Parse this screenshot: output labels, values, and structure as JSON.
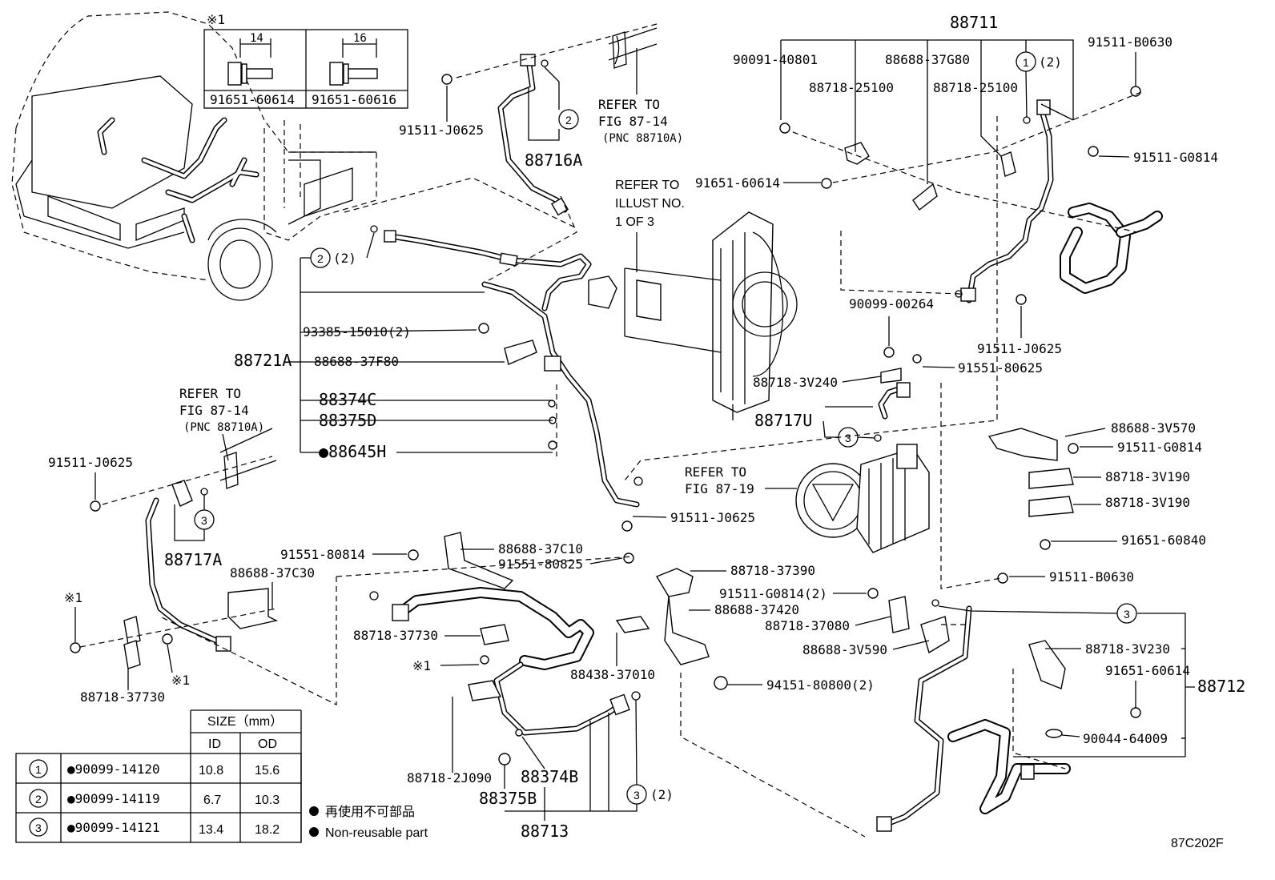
{
  "figure_code": "87C202F",
  "bolt_note": {
    "mark": "※1",
    "items": [
      {
        "size": "14",
        "part": "91651-60614"
      },
      {
        "size": "16",
        "part": "91651-60616"
      }
    ]
  },
  "size_table": {
    "header": "SIZE（mm）",
    "columns": [
      "ID",
      "OD"
    ],
    "rows": [
      {
        "ref": "1",
        "part": "●90099-14120",
        "id": "10.8",
        "od": "15.6"
      },
      {
        "ref": "2",
        "part": "●90099-14119",
        "id": "6.7",
        "od": "10.3"
      },
      {
        "ref": "3",
        "part": "●90099-14121",
        "id": "13.4",
        "od": "18.2"
      }
    ]
  },
  "legend": {
    "jp": "再使用不可部品",
    "en": "Non-reusable part"
  },
  "labels": {
    "p88711": "88711",
    "p90091_40801": "90091-40801",
    "p88688_37G80": "88688-37G80",
    "p91511_B0630_top": "91511-B0630",
    "p88718_25100_a": "88718-25100",
    "p88718_25100_b": "88718-25100",
    "c1_top": "(2)",
    "p91511_G0814_top": "91511-G0814",
    "p91651_60614_mid": "91651-60614",
    "p91511_J0625_top": "91511-J0625",
    "p88716A": "88716A",
    "refer1_a": "REFER TO",
    "refer1_b": "FIG 87-14",
    "refer1_c": "(PNC 88710A)",
    "refer_illust_a": "REFER TO",
    "refer_illust_b": "ILLUST NO.",
    "refer_illust_c": "1 OF 3",
    "c2_left": "(2)",
    "p93385_15010": "93385-15010(2)",
    "p88721A": "88721A",
    "p88688_37F80": "88688-37F80",
    "p88374C": "88374C",
    "p88375D": "88375D",
    "p88645H": "●88645H",
    "p90099_00264": "90099-00264",
    "p91511_J0625_right": "91511-J0625",
    "p88718_3V240": "88718-3V240",
    "p91551_80625": "91551-80625",
    "p88717U": "88717U",
    "p88688_3V570": "88688-3V570",
    "p91511_G0814_right": "91511-G0814",
    "refer2_a": "REFER TO",
    "refer2_b": "FIG 87-14",
    "refer2_c": "(PNC 88710A)",
    "refer3_a": "REFER TO",
    "refer3_b": "FIG 87-19",
    "p88718_3V190_a": "88718-3V190",
    "p88718_3V190_b": "88718-3V190",
    "p91511_J0625_left": "91511-J0625",
    "p91511_J0625_mid": "91511-J0625",
    "p91651_60840": "91651-60840",
    "p88717A": "88717A",
    "p88688_37C30": "88688-37C30",
    "p91551_80814": "91551-80814",
    "p88688_37C10": "88688-37C10",
    "p91551_80825": "91551-80825",
    "p88718_37390": "88718-37390",
    "p91511_B0630_right": "91511-B0630",
    "p91511_G0814_2": "91511-G0814(2)",
    "p88688_37420": "88688-37420",
    "p88718_37080": "88718-37080",
    "p88718_37730_mid": "88718-37730",
    "p88688_3V590": "88688-3V590",
    "mark1_left": "※1",
    "mark1_a": "※1",
    "mark1_b": "※1",
    "p88718_37730_left": "88718-37730",
    "p88438_37010": "88438-37010",
    "p88718_3V230": "88718-3V230",
    "p91651_60614_right": "91651-60614",
    "p88712": "88712",
    "p94151_80800": "94151-80800(2)",
    "p90044_64009": "90044-64009",
    "p88718_2J090": "88718-2J090",
    "p88374B": "88374B",
    "p88375B": "88375B",
    "c3_bottom": "(2)",
    "p88713": "88713"
  },
  "callouts": {
    "one": "1",
    "two": "2",
    "three": "3"
  }
}
